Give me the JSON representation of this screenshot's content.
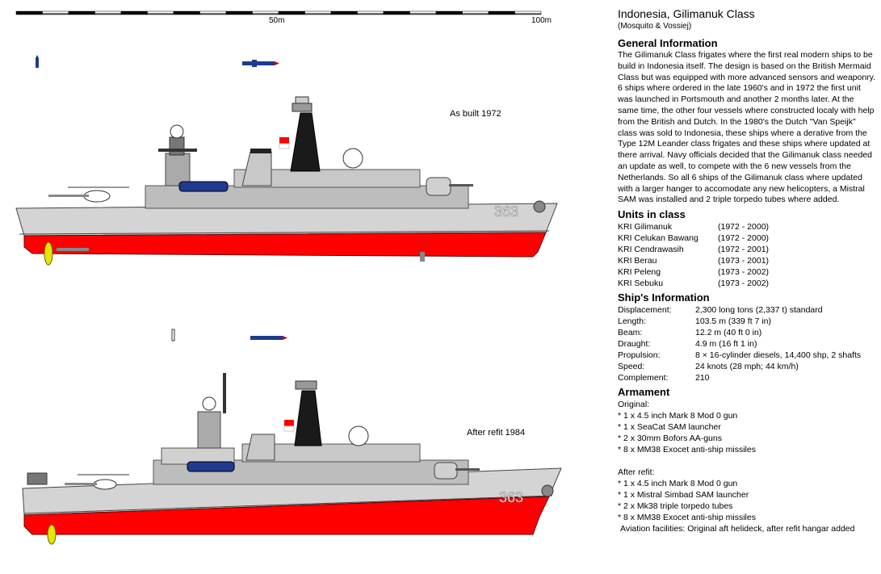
{
  "title": "Indonesia, Gilimanuk Class",
  "credit": "(Mosquito & Vossiej)",
  "scale": {
    "mid_label": "50m",
    "end_label": "100m"
  },
  "drawings": [
    {
      "caption": "As built 1972",
      "hull_number": "363"
    },
    {
      "caption": "After refit 1984",
      "hull_number": "363"
    }
  ],
  "general_information": {
    "heading": "General Information",
    "text": "The Gilimanuk Class frigates where the first real modern ships to be build in Indonesia itself. The design is based on the British Mermaid Class but was equipped with more advanced sensors and weaponry. 6 ships where ordered in the late 1960's and in 1972 the first unit was launched in Portsmouth and another 2 months later. At the same time, the other four vessels where constructed localy with help from the British and Dutch. In the 1980's the Dutch \"Van Speijk\" class was sold to Indonesia, these ships where a derative from the Type 12M Leander class frigates and these ships where updated at there arrival. Navy officials decided that the Gilimanuk class needed an update as well, to compete with the 6 new vessels from the Netherlands. So all 6 ships of the Gilimanuk class where updated with a larger hanger to accomodate any new helicopters, a Mistral SAM was installed and 2 triple torpedo tubes where added."
  },
  "units": {
    "heading": "Units in class",
    "items": [
      {
        "name": "KRI Gilimanuk",
        "years": "(1972 - 2000)"
      },
      {
        "name": "KRI Celukan Bawang",
        "years": "(1972 - 2000)"
      },
      {
        "name": "KRI Cendrawasih",
        "years": "(1972 - 2001)"
      },
      {
        "name": "KRI Berau",
        "years": "(1973 - 2001)"
      },
      {
        "name": "KRI Peleng",
        "years": "(1973 - 2002)"
      },
      {
        "name": "KRI Sebuku",
        "years": "(1973 - 2002)"
      }
    ]
  },
  "ship_information": {
    "heading": "Ship's Information",
    "rows": [
      {
        "label": "Displacement:",
        "value": "2,300 long tons (2,337 t) standard"
      },
      {
        "label": "Length:",
        "value": "103.5 m (339 ft 7 in)"
      },
      {
        "label": "Beam:",
        "value": "12.2 m (40 ft 0 in)"
      },
      {
        "label": "Draught:",
        "value": "4.9 m (16 ft 1 in)"
      },
      {
        "label": "Propulsion:",
        "value": "8 × 16-cylinder diesels, 14,400 shp, 2 shafts"
      },
      {
        "label": "Speed:",
        "value": "24 knots (28 mph; 44 km/h)"
      },
      {
        "label": "Complement:",
        "value": "210"
      }
    ]
  },
  "armament": {
    "heading": "Armament",
    "original_label": "Original:",
    "original": [
      "* 1 x 4.5 inch Mark 8 Mod 0 gun",
      "* 1 x SeaCat SAM launcher",
      "* 2 x 30mm Bofors AA-guns",
      "* 8 x MM38 Exocet anti-ship missiles"
    ],
    "refit_label": "After refit:",
    "refit": [
      "* 1 x 4.5 inch Mark 8 Mod 0 gun",
      "* 1 x Mistral Simbad SAM launcher",
      "* 2 x Mk38 triple torpedo tubes",
      "* 8 x MM38 Exocet anti-ship missiles"
    ]
  },
  "aviation": "Aviation facilities: Original aft helideck, after refit hangar added",
  "colors": {
    "hull_grey": "#d4d4d4",
    "bottom_red": "#ff0000",
    "funnel_black": "#1a1a1a",
    "superstructure_grey": "#bdbdbd",
    "boat_blue": "#1f3a8f",
    "propeller_yellow": "#e6e600",
    "flag_red": "#ff0000"
  }
}
